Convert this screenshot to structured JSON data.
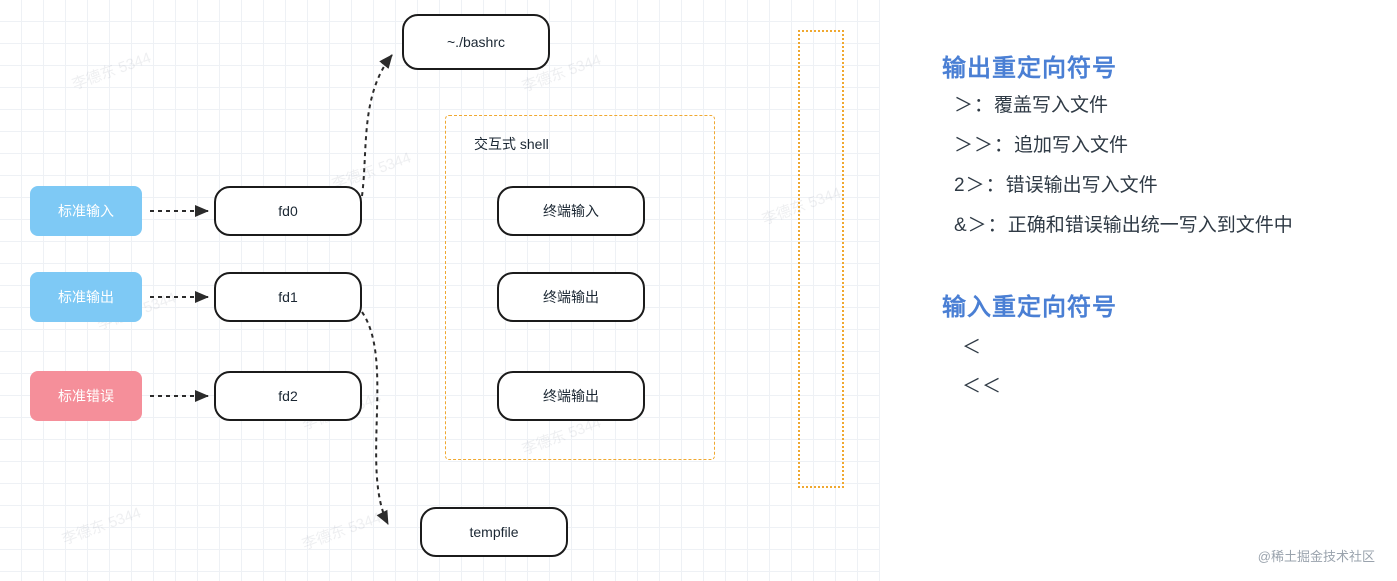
{
  "diagram": {
    "nodes": {
      "bashrc": "~./bashrc",
      "fd0": "fd0",
      "fd1": "fd1",
      "fd2": "fd2",
      "stdin_label": "标准输入",
      "stdout_label": "标准输出",
      "stderr_label": "标准错误",
      "shell_box_title": "交互式 shell",
      "term_in": "终端输入",
      "term_out1": "终端输出",
      "term_out2": "终端输出",
      "tempfile": "tempfile"
    },
    "colors": {
      "pill_blue": "#7ec9f5",
      "pill_red": "#f58f9a",
      "dashed_orange": "#f0a830",
      "node_border": "#1b1b1b",
      "heading_blue": "#4a7fd4"
    },
    "watermarks": [
      "李德东 5344",
      "李德东 5344",
      "李德东 5344",
      "李德东 5344",
      "李德东 5344",
      "李德东 5344",
      "李德东 5344",
      "李德东 5344",
      "李德东 5344",
      "李德东 5344"
    ]
  },
  "panel": {
    "output_heading": "输出重定向符号",
    "output_items": [
      {
        "sym": "＞：",
        "text": "覆盖写入文件"
      },
      {
        "sym": "＞＞：",
        "text": "追加写入文件"
      },
      {
        "sym": "2＞：",
        "text": "错误输出写入文件"
      },
      {
        "sym": "&＞：",
        "text": "正确和错误输出统一写入到文件中"
      }
    ],
    "input_heading": "输入重定向符号",
    "input_items": [
      {
        "sym": "＜",
        "text": ""
      },
      {
        "sym": "＜＜",
        "text": ""
      }
    ]
  },
  "credit": "@稀土掘金技术社区"
}
